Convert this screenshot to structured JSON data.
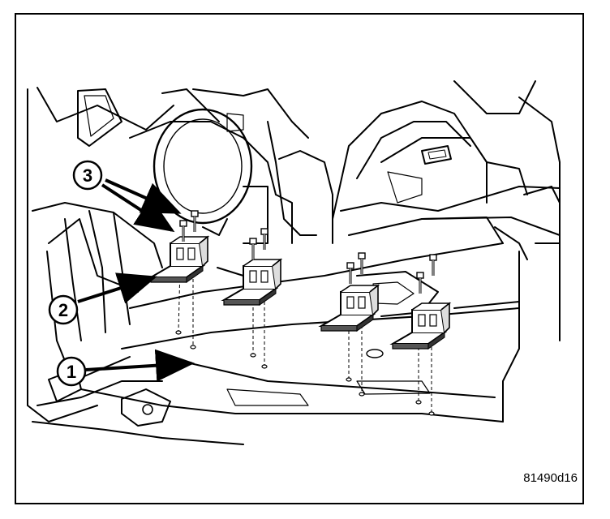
{
  "figure": {
    "id": "81490d16",
    "callouts": [
      {
        "number": "1",
        "target": "floor-pan"
      },
      {
        "number": "2",
        "target": "bracket"
      },
      {
        "number": "3",
        "target": "bolts"
      }
    ]
  }
}
